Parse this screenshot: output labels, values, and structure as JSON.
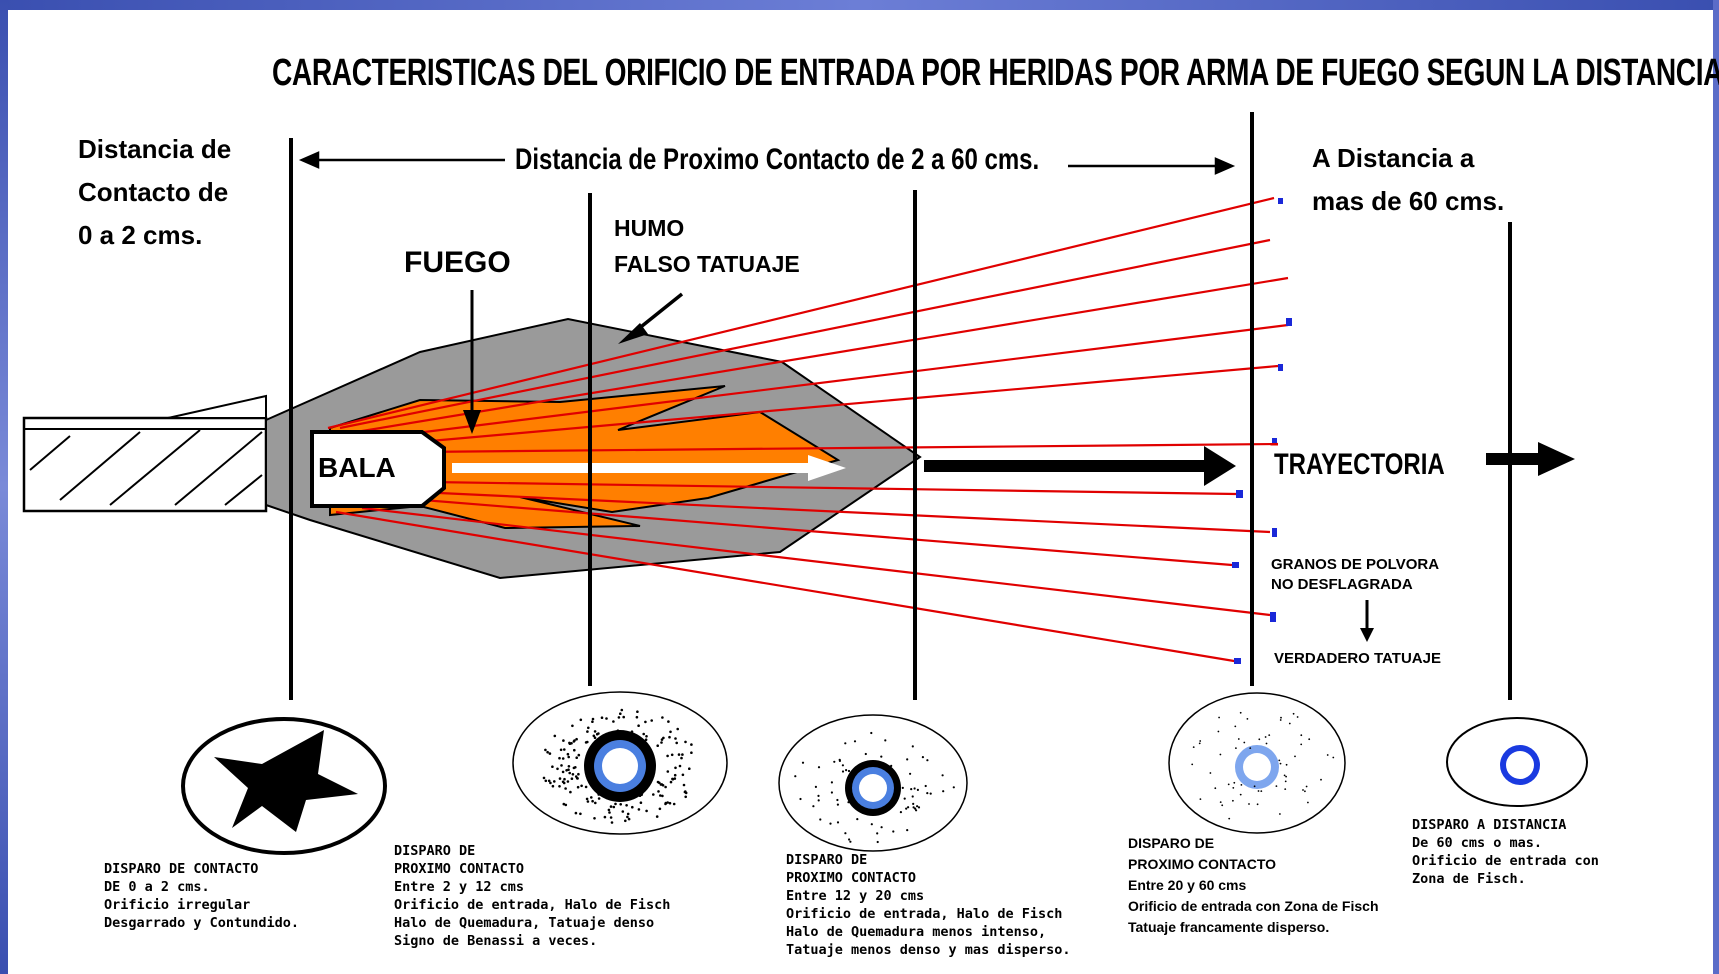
{
  "title": "CARACTERISTICAS DEL ORIFICIO DE ENTRADA POR HERIDAS POR ARMA DE FUEGO SEGUN LA DISTANCIA",
  "zones": {
    "contact": [
      "Distancia de",
      "Contacto de",
      "0 a 2 cms."
    ],
    "near_contact": "Distancia de Proximo Contacto de 2 a 60 cms.",
    "distance": [
      "A Distancia a",
      "mas de  60 cms."
    ]
  },
  "labels": {
    "fire": "FUEGO",
    "smoke": [
      "HUMO",
      "FALSO TATUAJE"
    ],
    "bullet": "BALA",
    "trajectory": "TRAYECTORIA",
    "powder": [
      "GRANOS DE POLVORA",
      "NO DESFLAGRADA"
    ],
    "true_tattoo": "VERDADERO TATUAJE"
  },
  "captions": [
    [
      "DISPARO DE CONTACTO",
      "DE 0 a 2 cms.",
      "Orificio irregular",
      "Desgarrado y Contundido."
    ],
    [
      "DISPARO DE",
      "PROXIMO CONTACTO",
      "Entre 2 y 12 cms",
      "Orificio de entrada, Halo de Fisch",
      "Halo de Quemadura, Tatuaje denso",
      "Signo de Benassi a veces."
    ],
    [
      "DISPARO DE",
      "PROXIMO CONTACTO",
      "Entre 12 y 20 cms",
      "Orificio de entrada, Halo de Fisch",
      "Halo de Quemadura menos intenso,",
      "Tatuaje menos denso y mas disperso."
    ],
    [
      "DISPARO DE",
      "PROXIMO CONTACTO",
      "Entre 20 y 60 cms",
      "Orificio de entrada con Zona de Fisch",
      "Tatuaje francamente disperso."
    ],
    [
      "DISPARO A DISTANCIA",
      "De 60 cms o mas.",
      "Orificio de entrada con",
      "Zona de Fisch."
    ]
  ],
  "colors": {
    "smoke": "#9a9a9a",
    "fire": "#ff7f00",
    "lines": "#e00000",
    "fisch_ring": "#4a7fe0",
    "powder": "#1a28d8"
  }
}
